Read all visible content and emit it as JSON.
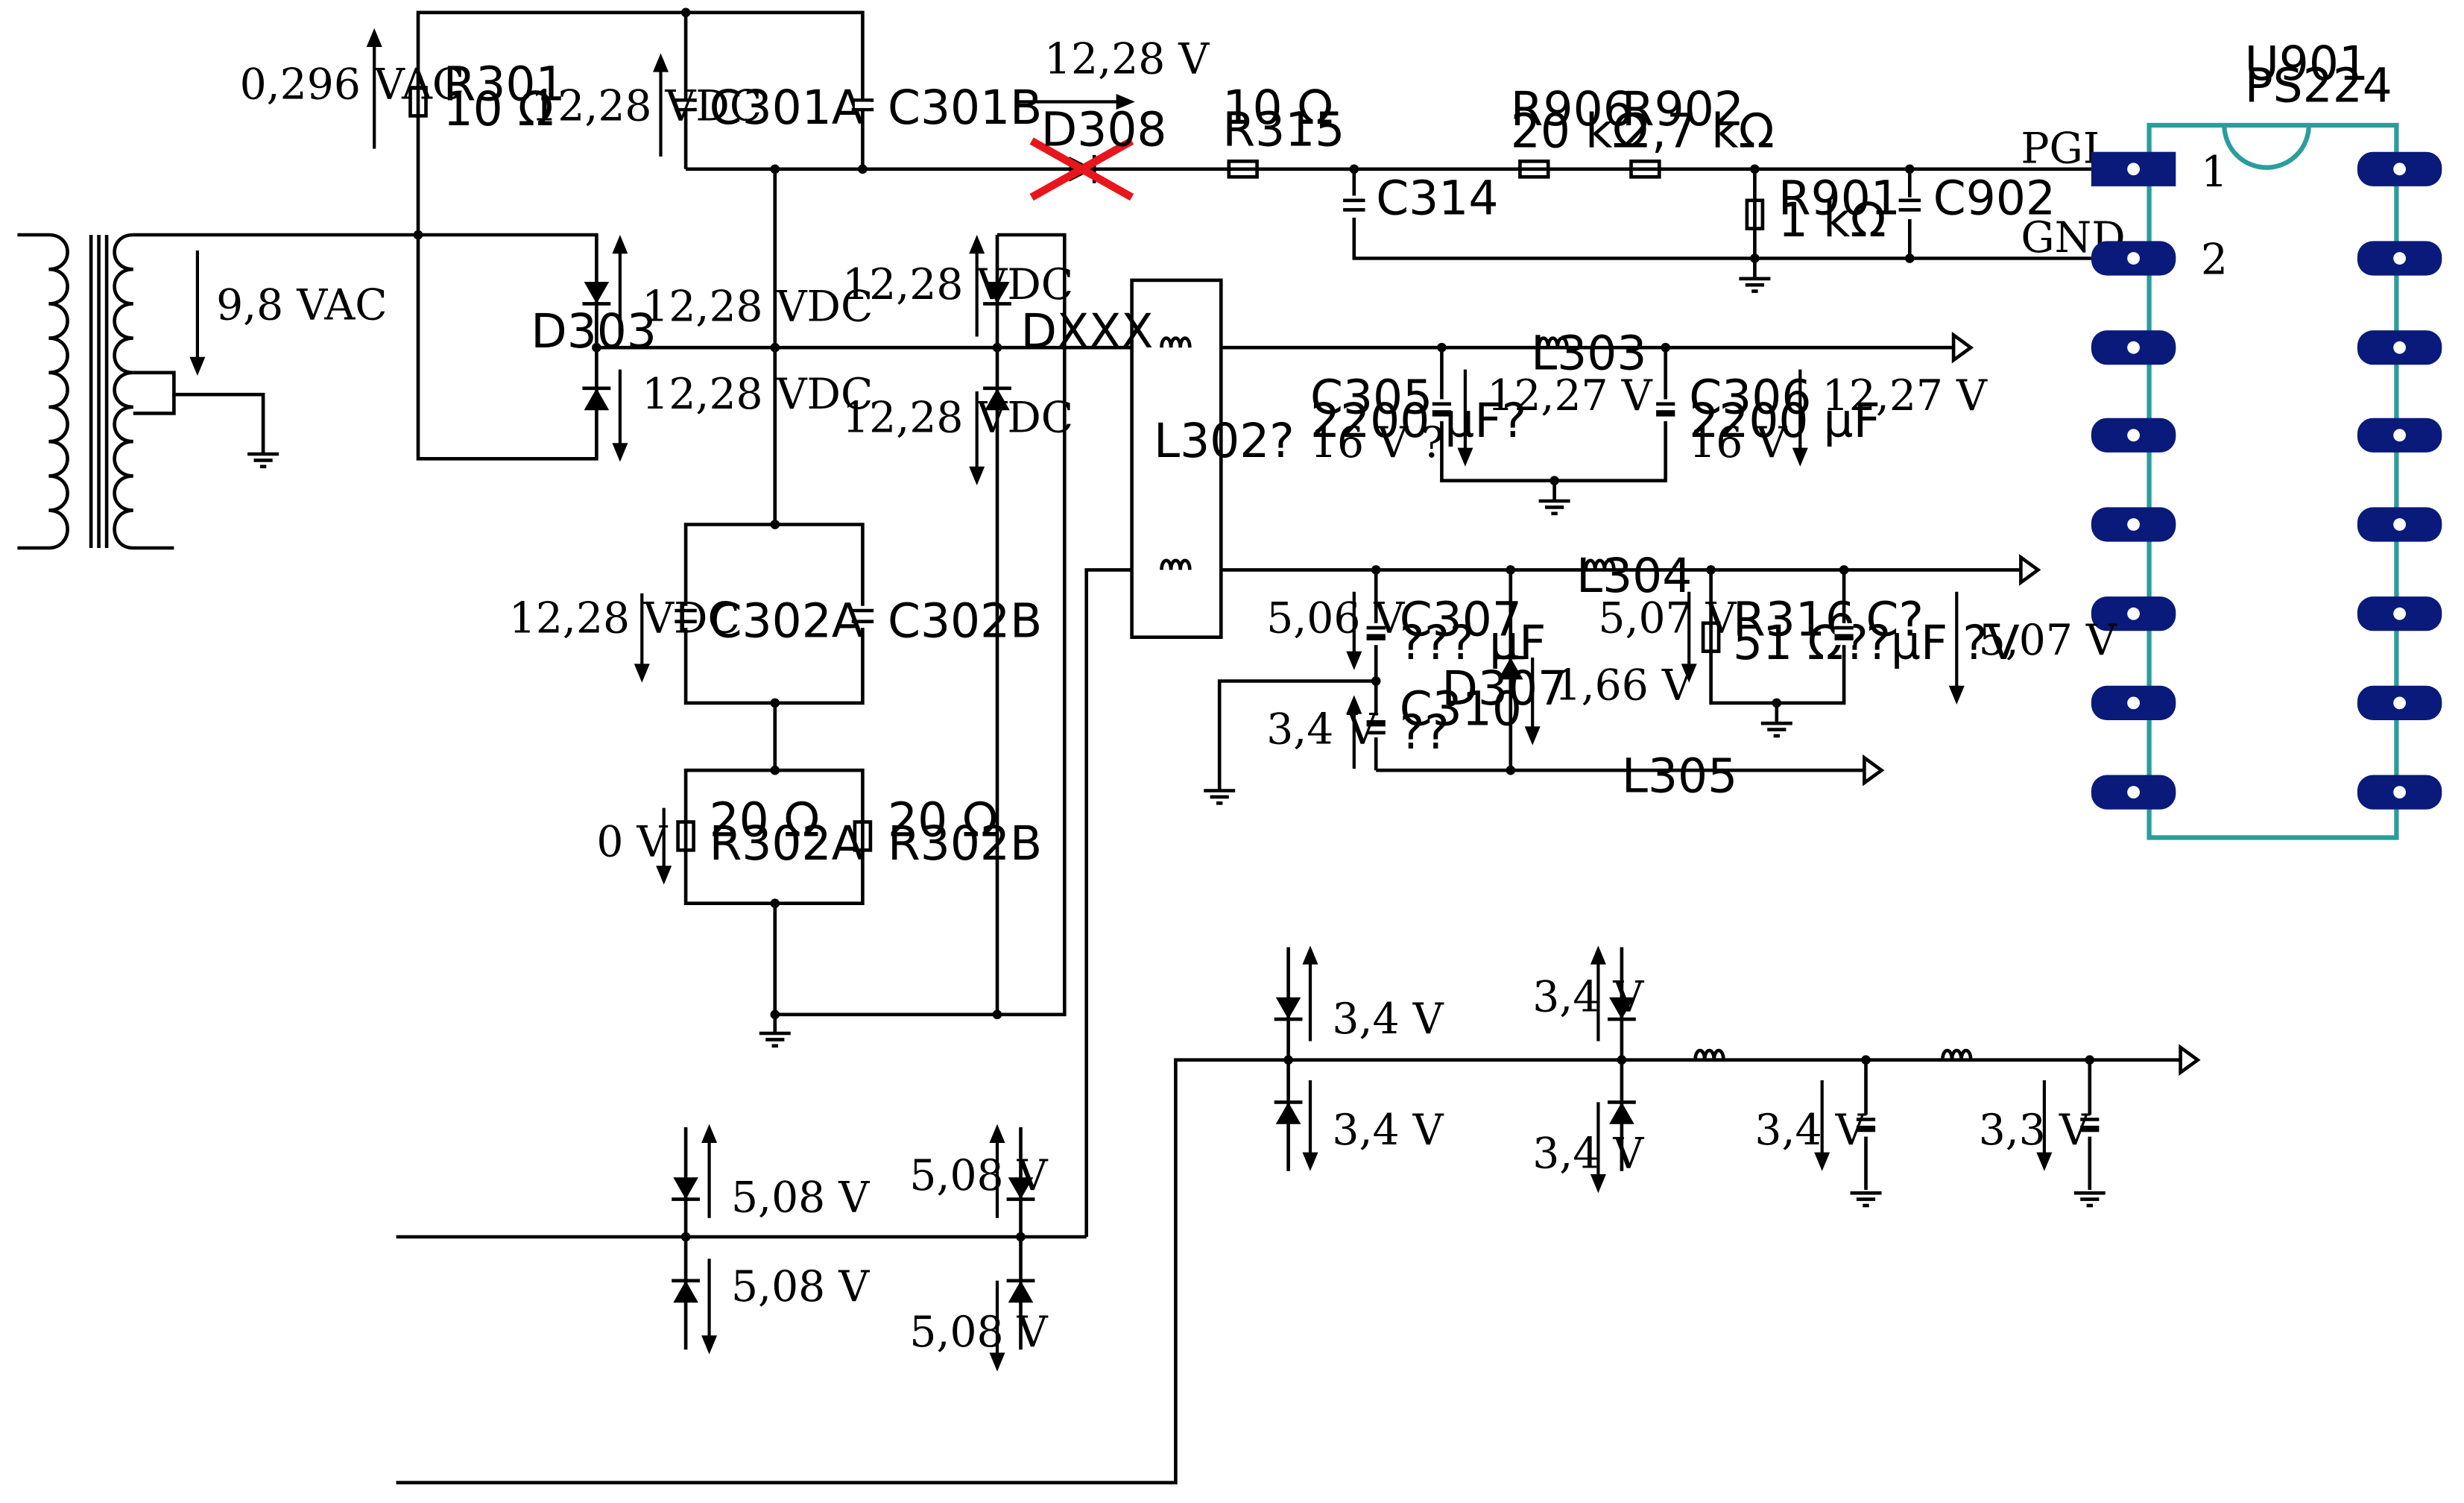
{
  "title": "",
  "components": {
    "R301": {
      "ref": "R301",
      "value": "10 Ω"
    },
    "C301A": {
      "ref": "C301A"
    },
    "C301B": {
      "ref": "C301B"
    },
    "D308": {
      "ref": "D308"
    },
    "R315": {
      "ref": "R315",
      "value": "10 Ω"
    },
    "R906": {
      "ref": "R906",
      "value": "20 kΩ"
    },
    "R902": {
      "ref": "R902",
      "value": "2,7 kΩ"
    },
    "C314": {
      "ref": "C314"
    },
    "R901": {
      "ref": "R901",
      "value": "1 kΩ"
    },
    "C902": {
      "ref": "C902"
    },
    "U901": {
      "ref": "U901",
      "value": "PS224"
    },
    "D303": {
      "ref": "D303"
    },
    "DXXX": {
      "ref": "DXXX"
    },
    "L302": {
      "ref": "L302?"
    },
    "L303": {
      "ref": "L303"
    },
    "C305": {
      "ref": "C305",
      "value": "2200 µF?",
      "voltage": "16  V ?"
    },
    "C306": {
      "ref": "C306",
      "value": "2200 µF",
      "voltage": "16  V"
    },
    "C302A": {
      "ref": "C302A"
    },
    "C302B": {
      "ref": "C302B"
    },
    "L304": {
      "ref": "L304"
    },
    "C307": {
      "ref": "C307",
      "value": "??? µF"
    },
    "D307": {
      "ref": "D307"
    },
    "C310": {
      "ref": "C310",
      "value": "??"
    },
    "R316": {
      "ref": "R316",
      "value": "51 Ω?"
    },
    "C_unknown": {
      "ref": "C?",
      "value": "?µF ?V"
    },
    "L305": {
      "ref": "L305"
    },
    "R302A": {
      "ref": "R302A",
      "value": "20 Ω"
    },
    "R302B": {
      "ref": "R302B",
      "value": "20 Ω"
    }
  },
  "pins": {
    "pin1": "1",
    "pin2": "2",
    "pgi": "PGI",
    "gnd": "GND"
  },
  "measurements": {
    "v_0296": "0,296  VAC",
    "v_1228_c301": "12,28  VDC",
    "v_1228_top": "12,28  V",
    "v_98": "9,8  VAC",
    "v_1228_d303_up": "12,28  VDC",
    "v_1228_d303_down": "12,28  VDC",
    "v_1228_dxxx_up": "12,28  VDC",
    "v_1228_dxxx_down": "12,28  VDC",
    "v_1227_c305": "12,27  V",
    "v_1227_c306": "12,27  V",
    "v_1228_c302": "12,28  VDC",
    "v_0_r302": "0  V",
    "v_506_c307": "5,06  V",
    "v_34_c310": "3,4  V",
    "v_166_d307": "1,66  V",
    "v_507_r316": "5,07  V",
    "v_507_out": "5,07  V",
    "v_34_d1_up": "3,4  V",
    "v_34_d1_down": "3,4  V",
    "v_34_d2_up": "3,4  V",
    "v_34_d2_down": "3,4  V",
    "v_34_cap1": "3,4  V",
    "v_33_cap2": "3,3  V",
    "v_508_d1_up": "5,08  V",
    "v_508_d1_down": "5,08  V",
    "v_508_d2_up": "5,08  V",
    "v_508_d2_down": "5,08  V"
  },
  "colors": {
    "ic_outline": "#2a9d9d",
    "ic_pins": "#0a1a7a",
    "removed_mark": "#e8161c"
  }
}
